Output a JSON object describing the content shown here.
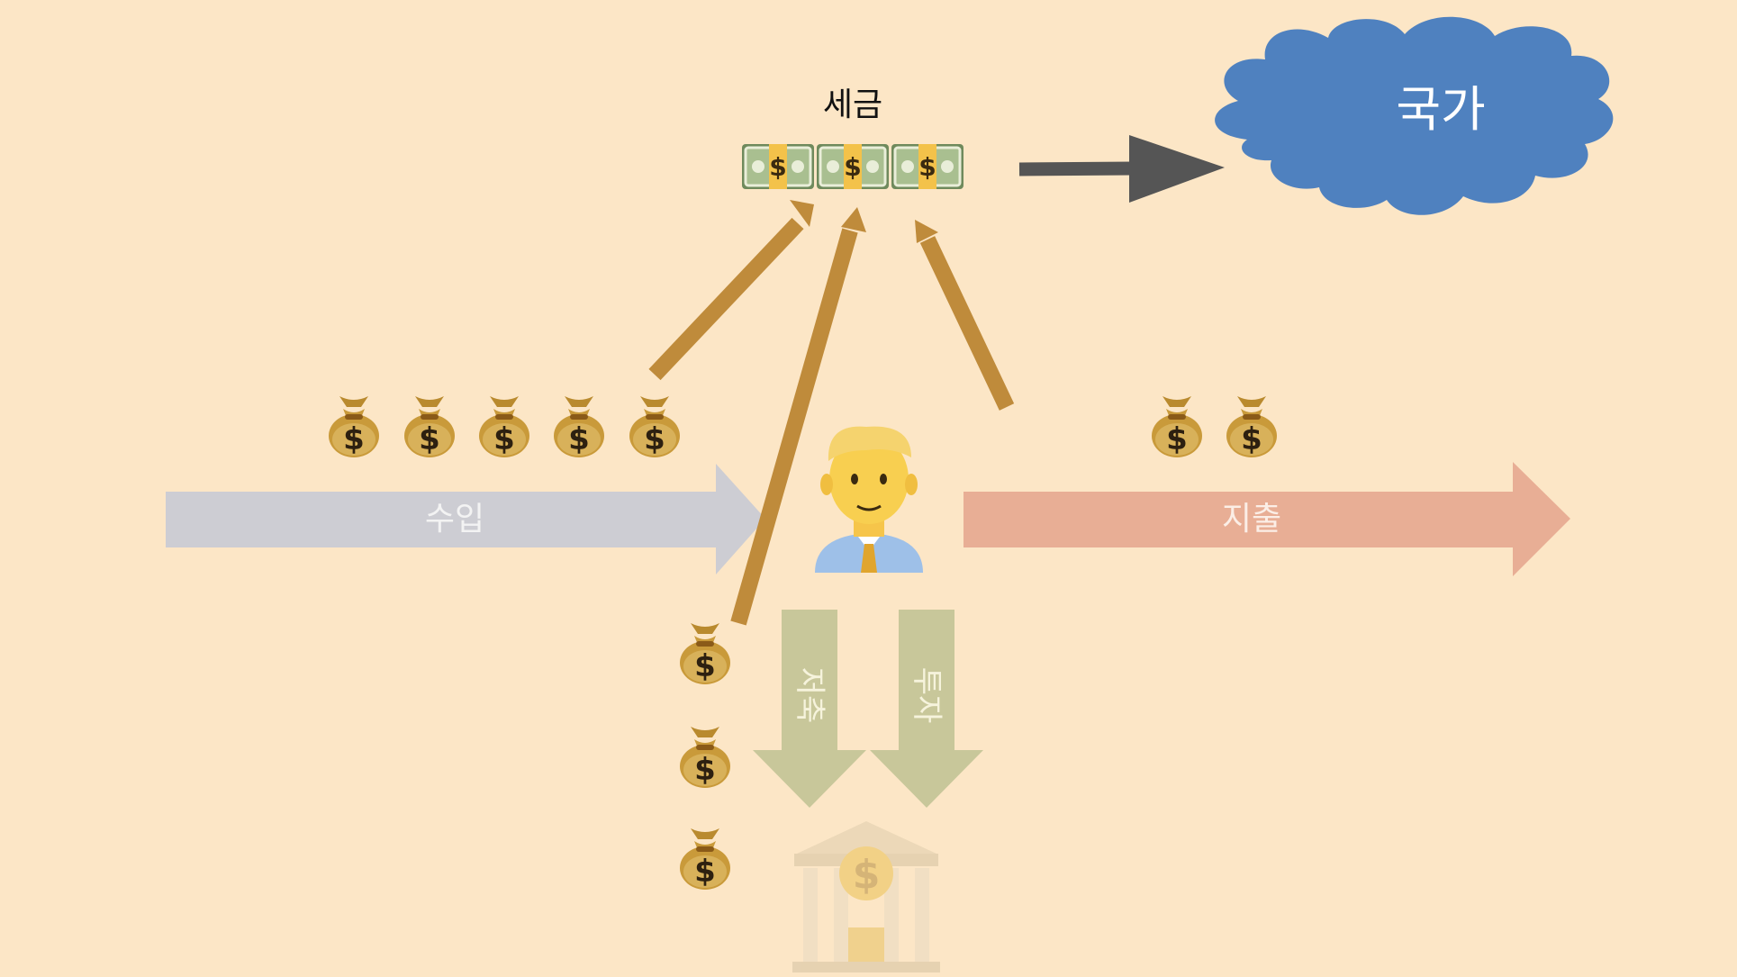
{
  "labels": {
    "tax": "세금",
    "state": "국가",
    "income": "수입",
    "expense": "지출",
    "saving": "저축",
    "investment": "투자"
  },
  "icons": {
    "money_bag": "money-bag-icon",
    "banknote": "dollar-banknote-icon",
    "person": "office-worker-icon",
    "bank": "bank-icon",
    "cloud": "cloud-shape"
  },
  "colors": {
    "background": "#fce6c6",
    "cloud": "#4f81bf",
    "income_arrow": "#cdcdd3",
    "expense_arrow": "#e8ae95",
    "saving_investment_arrow": "#c8c79a",
    "tax_arrow": "#bf8b3b",
    "dark_arrow": "#555555"
  },
  "counts": {
    "income_bags": 5,
    "expense_bags": 2,
    "saving_bags": 3,
    "banknotes": 3
  }
}
